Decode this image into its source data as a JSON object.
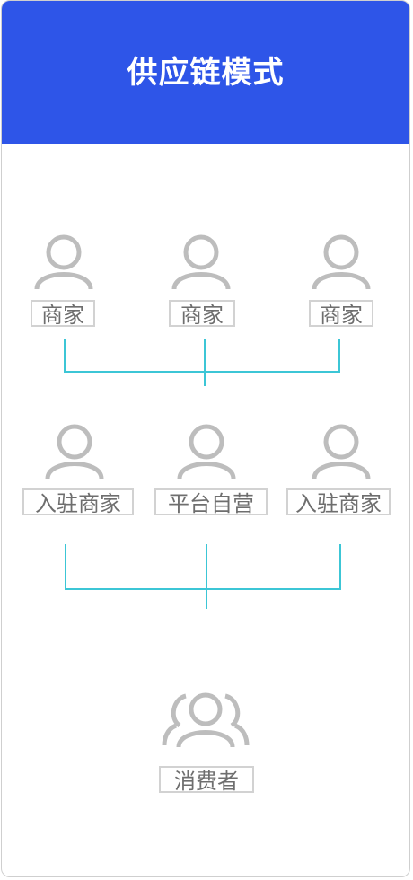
{
  "title": "供应链模式",
  "tier1": [
    "商家",
    "商家",
    "商家"
  ],
  "tier2": [
    "入驻商家",
    "平台自营",
    "入驻商家"
  ],
  "tier3": "消费者",
  "colors": {
    "header": "#2e55e8",
    "connector": "#3cc6d6",
    "icon": "#bdbdbd"
  },
  "icons": {
    "person": "person-icon",
    "group": "group-icon"
  }
}
